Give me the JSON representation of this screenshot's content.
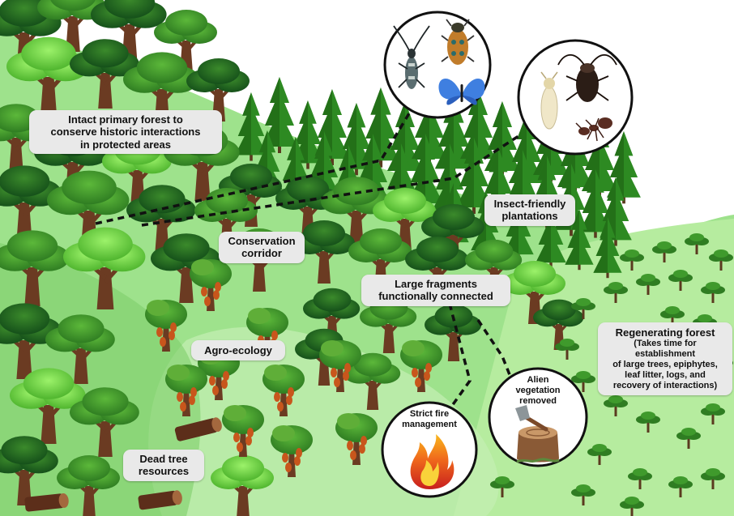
{
  "labels": {
    "primary_forest": [
      "Intact primary forest to",
      "conserve historic interactions",
      "in protected areas"
    ],
    "plantations": [
      "Insect-friendly",
      "plantations"
    ],
    "corridor": [
      "Conservation",
      "corridor"
    ],
    "fragments": [
      "Large fragments",
      "functionally connected"
    ],
    "agroecology": "Agro-ecology",
    "dead_tree": [
      "Dead tree",
      "resources"
    ],
    "regen_title": "Regenerating forest",
    "regen_detail": [
      "(Takes time for",
      "establishment",
      "of large trees, epiphytes,",
      "leaf litter, logs, and",
      "recovery of interactions)"
    ],
    "fire": [
      "Strict fire",
      "management"
    ],
    "alien": [
      "Alien",
      "vegetation",
      "removed"
    ]
  },
  "icons": [
    "longhorn-beetle-icon",
    "jewel-beetle-icon",
    "blue-butterfly-icon",
    "termite-icon",
    "cockroach-icon",
    "ant-icon",
    "fire-icon",
    "axe-stump-icon"
  ],
  "colors": {
    "ground_light": "#9ee28c",
    "ground_pale": "#c4f0b4",
    "canopy_dark": "#1f6b1a",
    "canopy_mid": "#3f9a2c",
    "canopy_bright": "#72d24a",
    "conifer": "#2d8a22",
    "trunk": "#6b3b22",
    "label_bg": "#e9e9e9"
  }
}
